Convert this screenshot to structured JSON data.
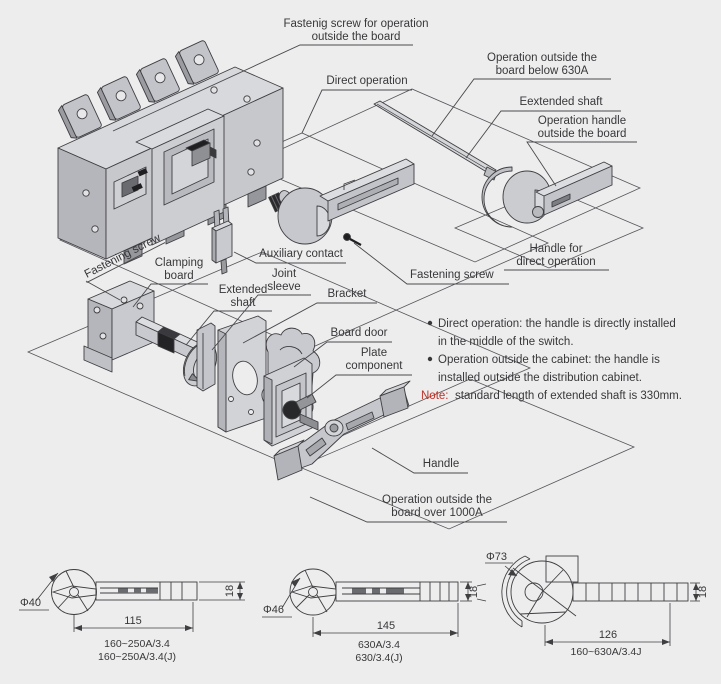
{
  "diagram": {
    "callouts": {
      "fastening_screw_top_1": "Fastenig screw for operation",
      "fastening_screw_top_2": "outside the board",
      "op_below_630_1": "Operation outside the",
      "op_below_630_2": "board below 630A",
      "direct_operation": "Direct operation",
      "eextended_shaft": "Eextended shaft",
      "op_handle_outside_1": "Operation handle",
      "op_handle_outside_2": "outside the board",
      "handle_direct_1": "Handle for",
      "handle_direct_2": "direct operation",
      "fastening_screw_right": "Fastening screw",
      "fastening_screw_rotated": "Fastening screw",
      "clamping_board_1": "Clamping",
      "clamping_board_2": "board",
      "extended_shaft_1": "Extended",
      "extended_shaft_2": "shaft",
      "joint_sleeve_1": "Joint",
      "joint_sleeve_2": "sleeve",
      "bracket": "Bracket",
      "auxiliary_contact": "Auxiliary contact",
      "board_door": "Board door",
      "plate_component_1": "Plate",
      "plate_component_2": "component",
      "handle": "Handle",
      "op_over_1000_1": "Operation outside the",
      "op_over_1000_2": "board over 1000A"
    },
    "notes": {
      "bullet1_1": "Direct operation: the handle is directly installed",
      "bullet1_2": "in the middle of the switch.",
      "bullet2_1": "Operation outside the cabinet: the handle is",
      "bullet2_2": "installed outside the distribution cabinet.",
      "note_label": "Note:",
      "note_text": "standard length of extended shaft is 330mm."
    },
    "dimensions": {
      "left": {
        "diameter": "Φ40",
        "length": "115",
        "height": "18",
        "caption1": "160~250A/3.4",
        "caption2": "160~250A/3.4(J)"
      },
      "middle": {
        "diameter": "Φ46",
        "length": "145",
        "height": "18",
        "caption1": "630A/3.4",
        "caption2": "630/3.4(J)"
      },
      "right": {
        "diameter": "Φ73",
        "length": "126",
        "height": "18",
        "caption1": "160~630A/3.4J"
      }
    },
    "colors": {
      "note_red": "#c03024",
      "line": "#3f3f42",
      "part_fill": "#cfd0d4",
      "background": "#ededee"
    }
  }
}
